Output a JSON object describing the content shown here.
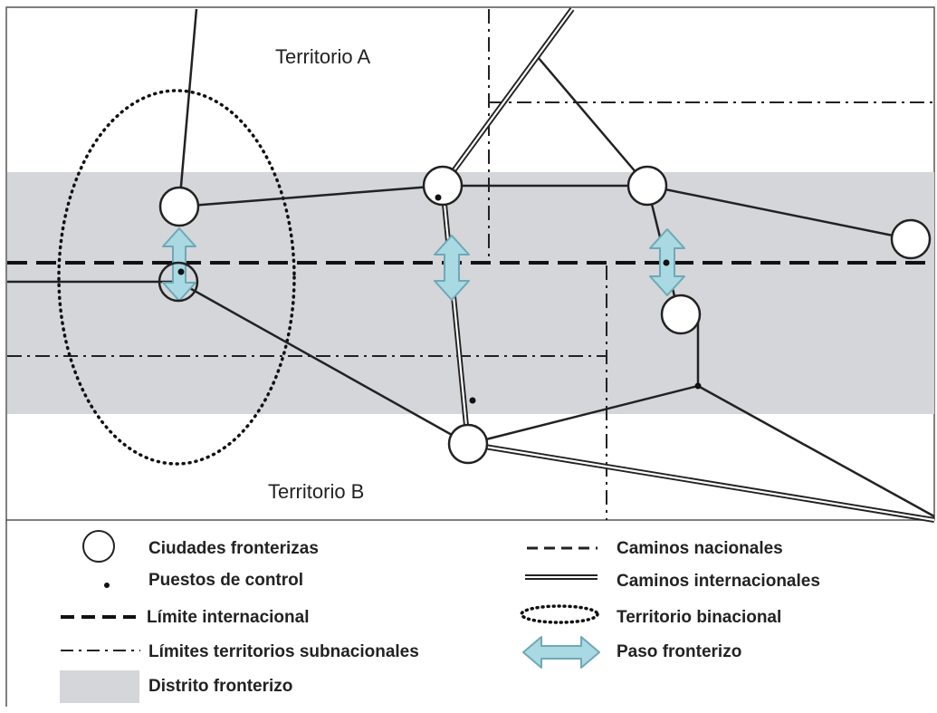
{
  "territories": {
    "a": "Territorio A",
    "b": "Territorio B"
  },
  "legend": {
    "ciudades": "Ciudades fronterizas",
    "puestos": "Puestos de control",
    "limite_internacional": "Límite internacional",
    "limites_subnacionales": "Límites territorios subnacionales",
    "distrito": "Distrito fronterizo",
    "caminos_nacionales": "Caminos nacionales",
    "caminos_internacionales": "Caminos internacionales",
    "territorio_binacional": "Territorio binacional",
    "paso_fronterizo": "Paso fronterizo"
  },
  "colors": {
    "district_band": "#d4d6da",
    "arrow_fill": "#a9d9e3",
    "arrow_stroke": "#6fa8b5",
    "line": "#222222"
  }
}
